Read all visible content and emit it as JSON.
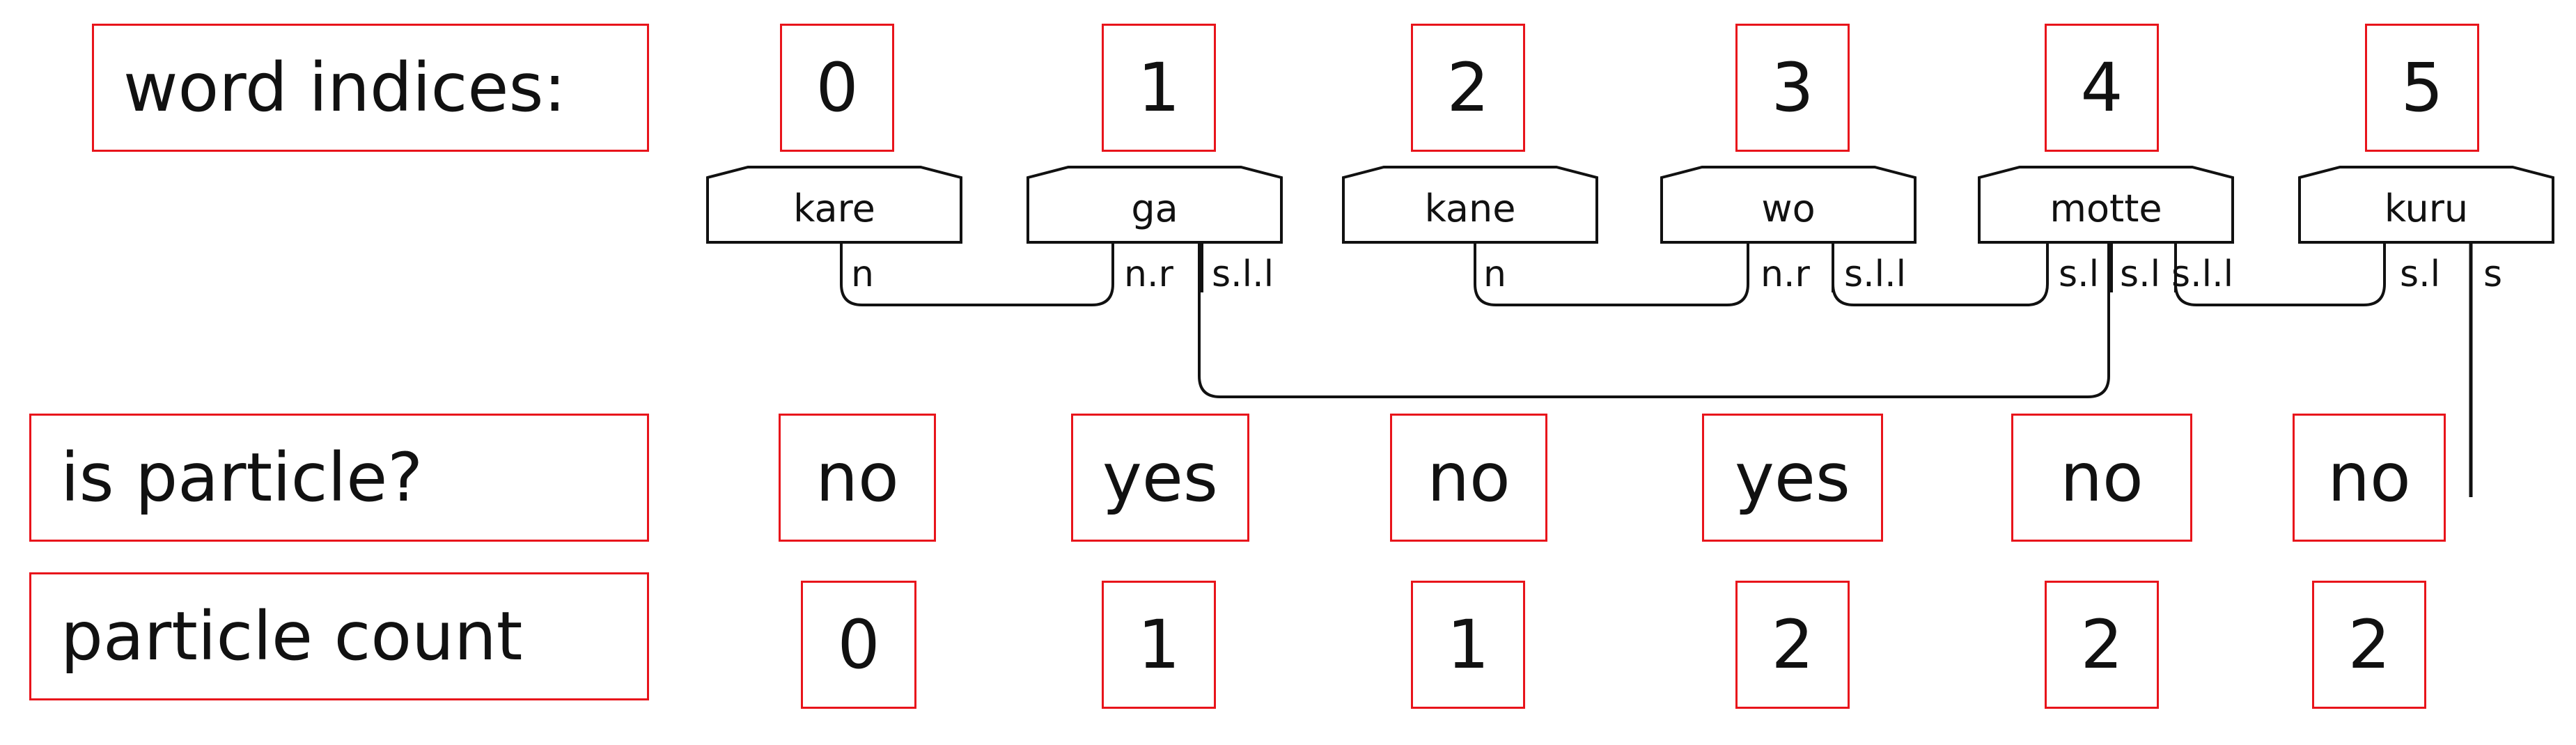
{
  "rows": {
    "word_indices": {
      "label": "word indices:",
      "values": [
        "0",
        "1",
        "2",
        "3",
        "4",
        "5"
      ]
    },
    "is_particle": {
      "label": "is particle?",
      "values": [
        "no",
        "yes",
        "no",
        "yes",
        "no",
        "no"
      ]
    },
    "particle_count": {
      "label": "particle count",
      "values": [
        "0",
        "1",
        "1",
        "2",
        "2",
        "2"
      ]
    }
  },
  "words": [
    "kare",
    "ga",
    "kane",
    "wo",
    "motte",
    "kuru"
  ],
  "arcs": [
    {
      "from": 0,
      "to": 1,
      "from_label": "n",
      "to_label": "n.r"
    },
    {
      "from": 2,
      "to": 3,
      "from_label": "n",
      "to_label": "n.r"
    },
    {
      "from": 3,
      "to": 4,
      "from_label": "s.l.l",
      "to_label": "s.l"
    },
    {
      "from": 4,
      "to": 5,
      "from_label": "s.l.l",
      "to_label": "s.l"
    },
    {
      "from": 1,
      "to": 4,
      "from_label": "s.l.l",
      "to_label": "s.l"
    },
    {
      "from": 5,
      "to": null,
      "from_label": "s",
      "to_label": ""
    }
  ],
  "colors": {
    "box_border": "#e8141b",
    "line": "#111111"
  }
}
